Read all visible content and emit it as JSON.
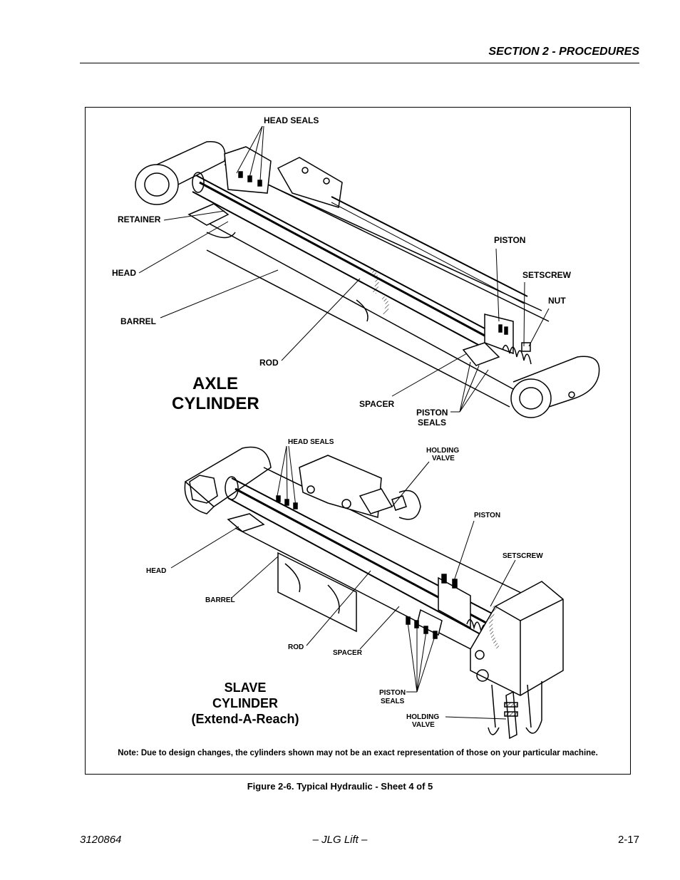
{
  "header": {
    "section_title": "SECTION 2 - PROCEDURES"
  },
  "axle": {
    "title_line1": "AXLE",
    "title_line2": "CYLINDER",
    "labels": {
      "head_seals": "HEAD SEALS",
      "retainer": "RETAINER",
      "head": "HEAD",
      "barrel": "BARREL",
      "rod": "ROD",
      "piston": "PISTON",
      "setscrew": "SETSCREW",
      "nut": "NUT",
      "spacer": "SPACER",
      "piston_seals_line1": "PISTON",
      "piston_seals_line2": "SEALS"
    }
  },
  "slave": {
    "title_line1": "SLAVE",
    "title_line2": "CYLINDER",
    "title_line3": "(Extend-A-Reach)",
    "labels": {
      "head_seals": "HEAD SEALS",
      "holding_valve_top_line1": "HOLDING",
      "holding_valve_top_line2": "VALVE",
      "piston": "PISTON",
      "setscrew": "SETSCREW",
      "head": "HEAD",
      "barrel": "BARREL",
      "rod": "ROD",
      "spacer": "SPACER",
      "piston_seals_line1": "PISTON",
      "piston_seals_line2": "SEALS",
      "holding_valve_bottom_line1": "HOLDING",
      "holding_valve_bottom_line2": "VALVE"
    }
  },
  "figure": {
    "note": "Note: Due to design changes, the cylinders shown may not be an exact representation of those on your particular machine.",
    "caption": "Figure 2-6.  Typical Hydraulic - Sheet 4 of 5"
  },
  "footer": {
    "doc_number": "3120864",
    "publisher": "– JLG Lift –",
    "page_number": "2-17"
  }
}
